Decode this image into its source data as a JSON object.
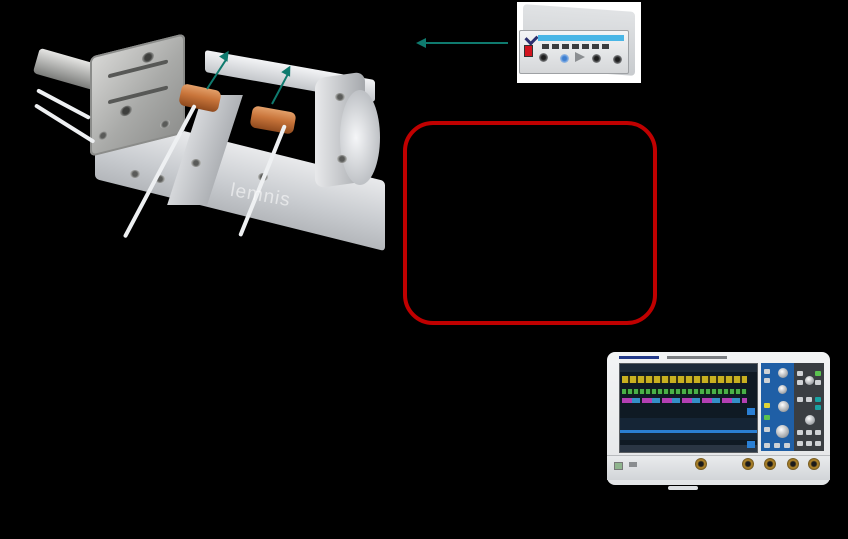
{
  "diagram": {
    "description": "Measurement setup: sensor stage with two inductive coils, signal amplifier, empty highlighted frame, and oscilloscope",
    "background_color": "#000000",
    "accent_colors": {
      "arrow_teal": "#0f7a6e",
      "frame_red": "#c00000",
      "coil_copper": "#c8743a",
      "amp_label_blue": "#49b6e6",
      "scope_panel_blue": "#1f5fa6"
    }
  },
  "components": {
    "sensor_stage": {
      "label": "Sensor stage with XY positioner and two coils",
      "watermark": "lemnis",
      "coils": [
        {
          "name": "coil-1",
          "color": "#c8743a"
        },
        {
          "name": "coil-2",
          "color": "#c8743a"
        }
      ],
      "arrows": [
        {
          "name": "coil-1-arrow",
          "direction": "up-right"
        },
        {
          "name": "coil-2-arrow",
          "direction": "up-right"
        }
      ]
    },
    "amplifier": {
      "label": "Signal amplifier",
      "front_panel": {
        "power_switch_color": "#d2141e",
        "bnc_connectors": 4,
        "symbol": "amplifier-triangle"
      }
    },
    "amplifier_arrow": {
      "direction": "left",
      "color": "#0f7a6e"
    },
    "highlight_frame": {
      "shape": "rounded-rectangle",
      "border_color": "#c00000",
      "content": ""
    },
    "oscilloscope": {
      "label": "Oscilloscope",
      "screen_traces": [
        "yellow-digital",
        "green-digital",
        "protocol-bus-decode"
      ],
      "input_channels": 4
    }
  }
}
